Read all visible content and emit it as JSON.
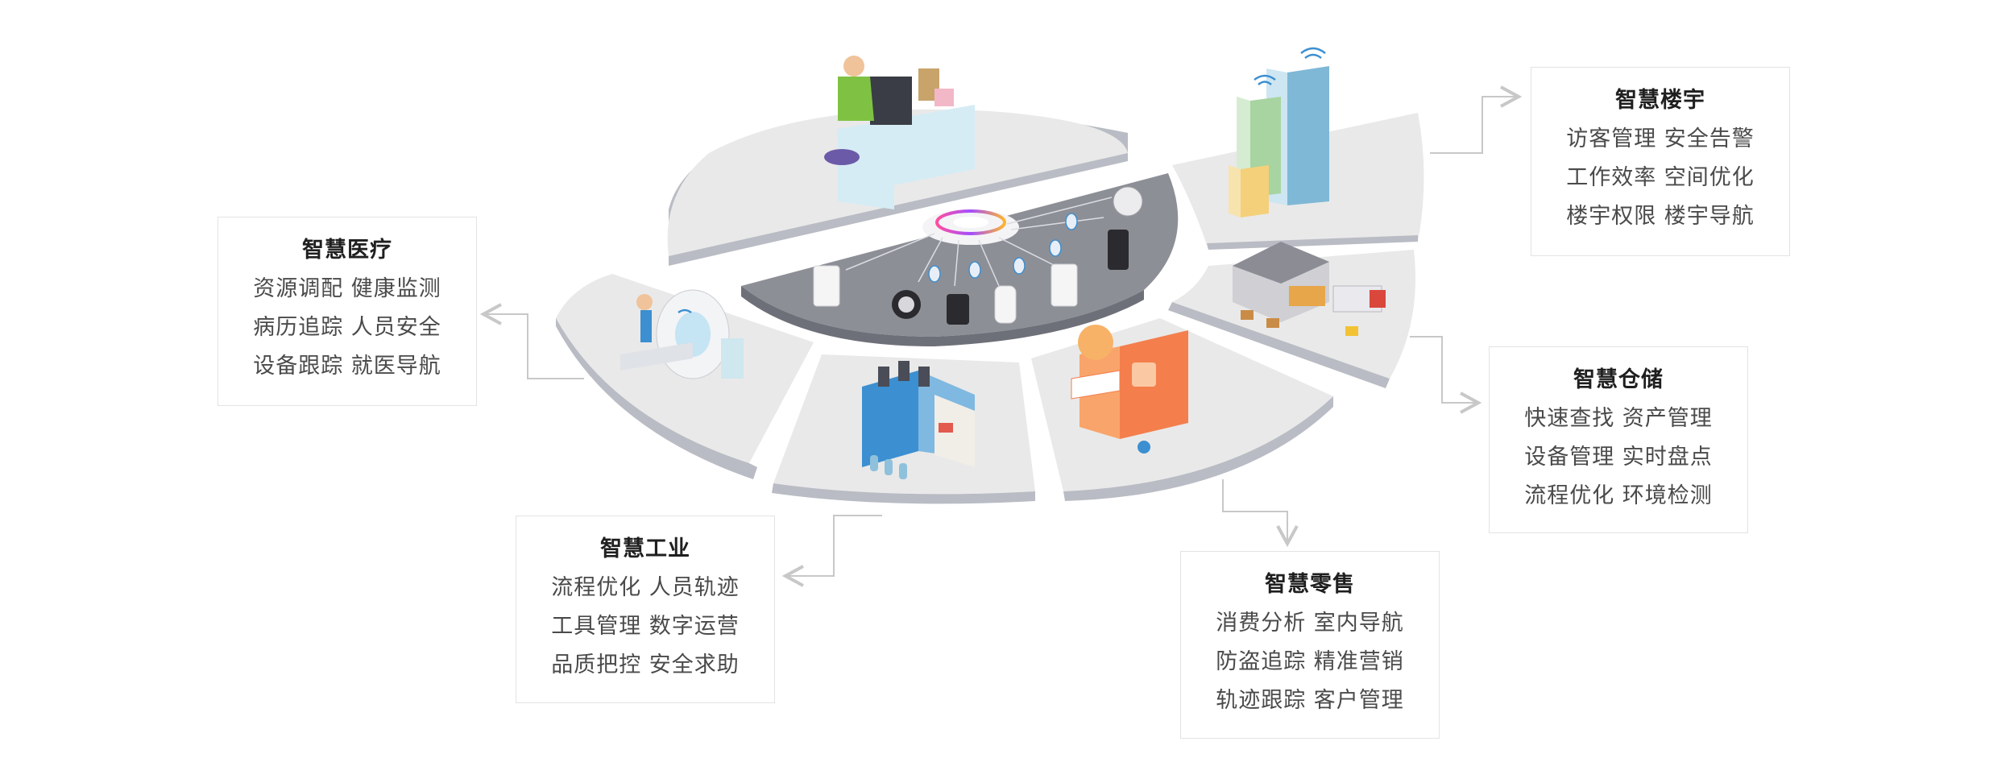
{
  "colors": {
    "sector_fill": "#e9e9e9",
    "sector_shadow": "#b9bcc4",
    "hub_fill": "#8d8f97",
    "hub_shadow": "#6e7079",
    "box_border": "#e3e3e3",
    "arrow": "#c8c8c8",
    "accent_blue": "#3c8fd0"
  },
  "boxes": {
    "medical": {
      "title": "智慧医疗",
      "lines": [
        "资源调配 健康监测",
        "病历追踪 人员安全",
        "设备跟踪 就医导航"
      ]
    },
    "building": {
      "title": "智慧楼宇",
      "lines": [
        "访客管理 安全告警",
        "工作效率 空间优化",
        "楼宇权限 楼宇导航"
      ]
    },
    "warehouse": {
      "title": "智慧仓储",
      "lines": [
        "快速查找 资产管理",
        "设备管理 实时盘点",
        "流程优化 环境检测"
      ]
    },
    "industry": {
      "title": "智慧工业",
      "lines": [
        "流程优化 人员轨迹",
        "工具管理 数字运营",
        "品质把控 安全求助"
      ]
    },
    "retail": {
      "title": "智慧零售",
      "lines": [
        "消费分析 室内导航",
        "防盗追踪 精准营销",
        "轨迹跟踪 客户管理"
      ]
    }
  },
  "icons": [
    "office-desk-icon",
    "skyscraper-icon",
    "warehouse-truck-icon",
    "retail-store-icon",
    "factory-icon",
    "mri-scanner-icon",
    "ceiling-gateway-icon",
    "badge-tag-icon",
    "wristband-icon",
    "bluetooth-icon",
    "wifi-icon"
  ]
}
